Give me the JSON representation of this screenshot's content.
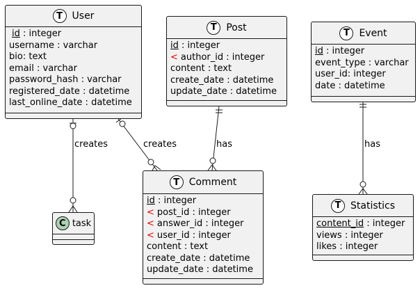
{
  "colors": {
    "entity_fill": "#f1f1f1",
    "border": "#181818",
    "fk_marker": "#e00000",
    "class_badge": "#add1b2"
  },
  "entities": {
    "user": {
      "badge": "T",
      "title": "User",
      "attrs": [
        {
          "fk": "",
          "name": "id",
          "type": " : integer",
          "pk": true
        },
        {
          "fk": "",
          "name": "username",
          "type": " : varchar"
        },
        {
          "fk": "",
          "name": "bio",
          "type": ": text"
        },
        {
          "fk": "",
          "name": "email",
          "type": " : varchar"
        },
        {
          "fk": "",
          "name": "password_hash",
          "type": " : varchar"
        },
        {
          "fk": "",
          "name": "registered_date",
          "type": " : datetime"
        },
        {
          "fk": "",
          "name": "last_online_date",
          "type": " : datetime"
        }
      ]
    },
    "post": {
      "badge": "T",
      "title": "Post",
      "attrs": [
        {
          "fk": "",
          "name": "id",
          "type": " : integer",
          "pk": true
        },
        {
          "fk": "<",
          "name": "author_id",
          "type": " : integer"
        },
        {
          "fk": "",
          "name": "content",
          "type": " : text"
        },
        {
          "fk": "",
          "name": "create_date",
          "type": " : datetime"
        },
        {
          "fk": "",
          "name": "update_date",
          "type": " : datetime"
        }
      ]
    },
    "event": {
      "badge": "T",
      "title": "Event",
      "attrs": [
        {
          "fk": "",
          "name": "id",
          "type": " : integer",
          "pk": true
        },
        {
          "fk": "",
          "name": "event_type",
          "type": " : varchar"
        },
        {
          "fk": "",
          "name": "user_id",
          "type": ": integer"
        },
        {
          "fk": "",
          "name": "date",
          "type": " : datetime"
        }
      ]
    },
    "comment": {
      "badge": "T",
      "title": "Comment",
      "attrs": [
        {
          "fk": "",
          "name": "id",
          "type": " : integer",
          "pk": true
        },
        {
          "fk": "<",
          "name": "post_id",
          "type": " : integer"
        },
        {
          "fk": "<",
          "name": "answer_id",
          "type": " : integer"
        },
        {
          "fk": "<",
          "name": "user_id",
          "type": " : integer"
        },
        {
          "fk": "",
          "name": "content",
          "type": " : text"
        },
        {
          "fk": "",
          "name": "create_date",
          "type": " : datetime"
        },
        {
          "fk": "",
          "name": "update_date",
          "type": " : datetime"
        }
      ]
    },
    "task": {
      "badge": "C",
      "title": "task",
      "attrs": []
    },
    "statistics": {
      "badge": "T",
      "title": "Statistics",
      "attrs": [
        {
          "fk": "",
          "name": "content_id",
          "type": " : integer",
          "pk": true
        },
        {
          "fk": "",
          "name": "views",
          "type": " : integer"
        },
        {
          "fk": "",
          "name": "likes",
          "type": " : integer"
        }
      ]
    }
  },
  "relations": [
    {
      "from": "user",
      "to": "task",
      "label": "creates"
    },
    {
      "from": "user",
      "to": "comment",
      "label": "creates"
    },
    {
      "from": "post",
      "to": "comment",
      "label": "has"
    },
    {
      "from": "event",
      "to": "statistics",
      "label": "has"
    }
  ]
}
